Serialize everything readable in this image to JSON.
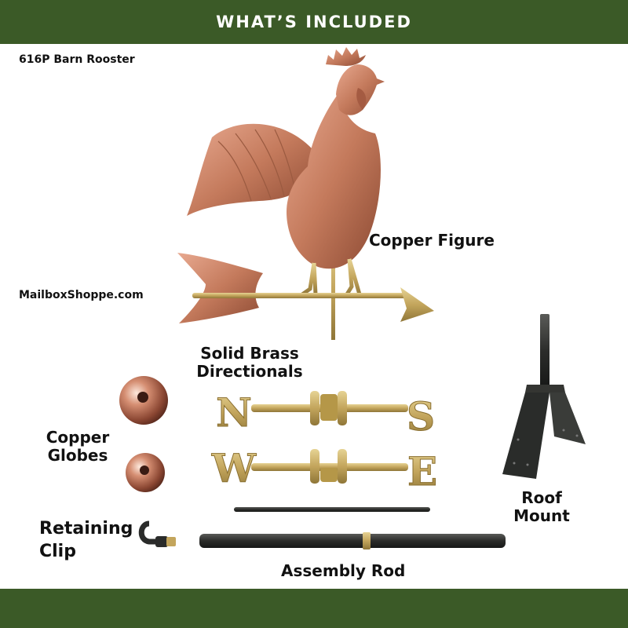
{
  "header": {
    "title": "WHAT’S INCLUDED"
  },
  "product": {
    "model": "616P Barn Rooster"
  },
  "watermark": {
    "site": "MailboxShoppe.com"
  },
  "labels": {
    "copper_figure": "Copper Figure",
    "directionals": {
      "line1": "Solid Brass",
      "line2": "Directionals"
    },
    "globes": {
      "line1": "Copper",
      "line2": "Globes"
    },
    "clip": {
      "line1": "Retaining",
      "line2": "Clip"
    },
    "roof_mount": {
      "line1": "Roof",
      "line2": "Mount"
    },
    "assembly_rod": "Assembly Rod"
  },
  "directional_letters": {
    "n": "N",
    "s": "S",
    "w": "W",
    "e": "E"
  },
  "colors": {
    "banner": "#3b5a27",
    "copper": "#c98467",
    "brass": "#c8b06a",
    "rod": "#2e2f2e",
    "mount": "#2a2c2a"
  }
}
